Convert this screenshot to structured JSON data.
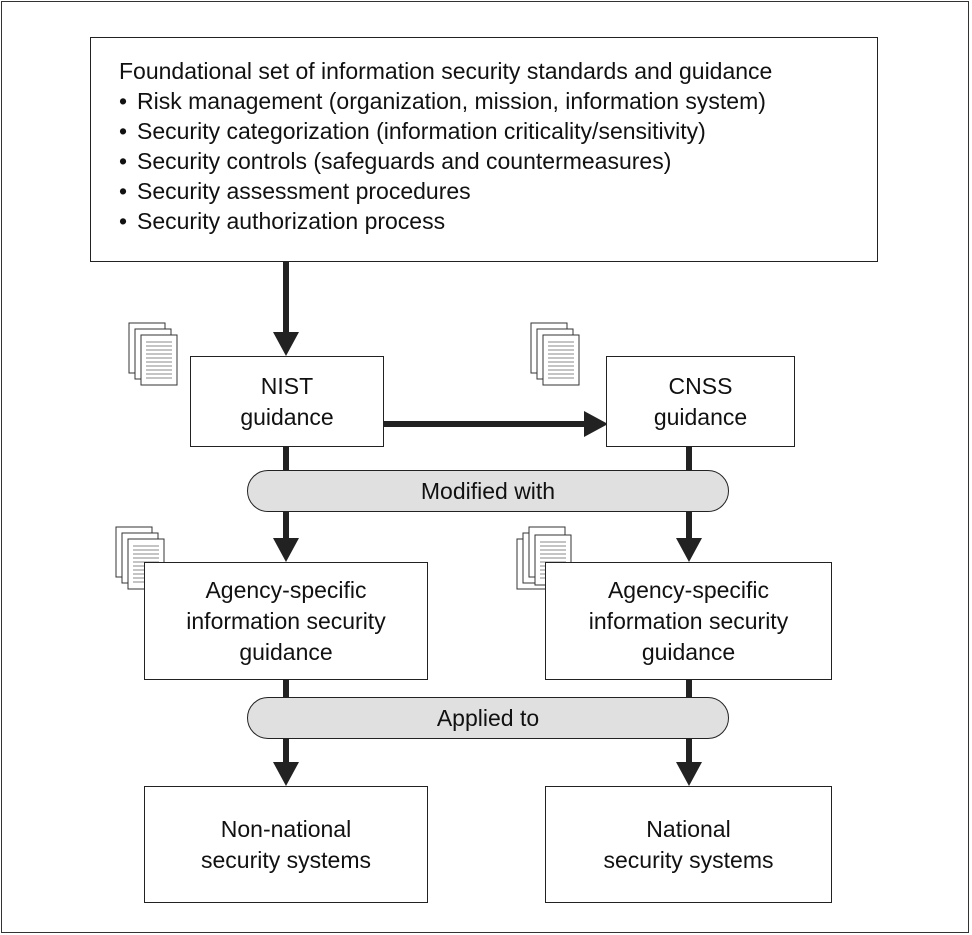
{
  "foundational": {
    "title": "Foundational set of information security standards and guidance",
    "bullet_char": "•",
    "items": [
      "Risk management (organization, mission, information system)",
      "Security categorization (information criticality/sensitivity)",
      "Security controls (safeguards and countermeasures)",
      "Security assessment procedures",
      "Security authorization process"
    ]
  },
  "nist_box": {
    "label": "NIST\nguidance"
  },
  "cnss_box": {
    "label": "CNSS\nguidance"
  },
  "modified_bar": {
    "label": "Modified with"
  },
  "agency_left": {
    "label": "Agency-specific\ninformation security\nguidance"
  },
  "agency_right": {
    "label": "Agency-specific\ninformation security\nguidance"
  },
  "applied_bar": {
    "label": "Applied to"
  },
  "non_national": {
    "label": "Non-national\nsecurity systems"
  },
  "national": {
    "label": "National\nsecurity systems"
  },
  "colors": {
    "stroke": "#222222",
    "pill_fill": "#e0e0e0",
    "background": "#ffffff"
  },
  "icons": {
    "document_stack": "document-stack-icon"
  }
}
